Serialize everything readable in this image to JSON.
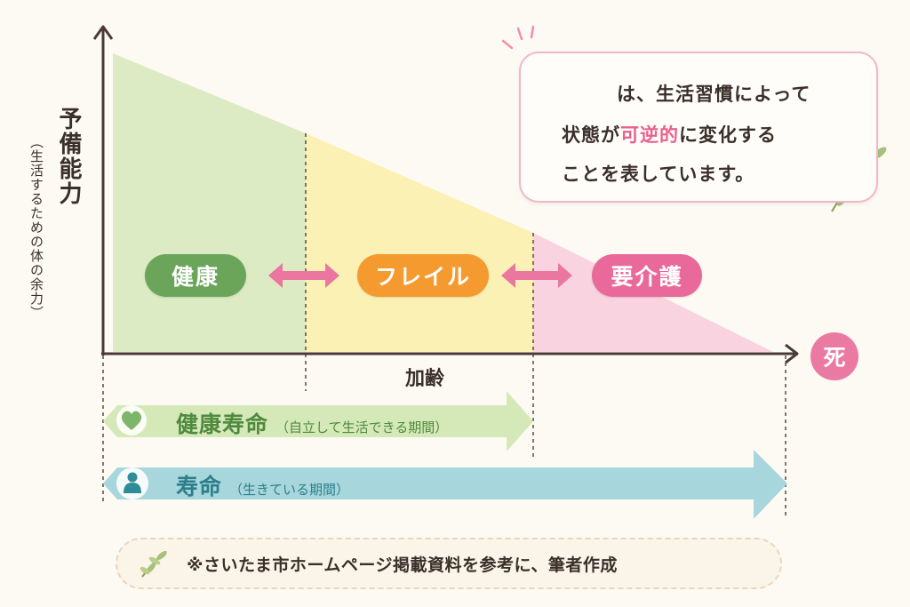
{
  "y_axis": {
    "label": "予備能力",
    "sublabel": "（生活するための体の余力）"
  },
  "x_axis": {
    "label": "加齢"
  },
  "stages": [
    {
      "label": "健康",
      "color": "#6aa55a",
      "area_color": "#dcebc3"
    },
    {
      "label": "フレイル",
      "color": "#f59a2e",
      "area_color": "#fbf1b4"
    },
    {
      "label": "要介護",
      "color": "#e96a9a",
      "area_color": "#f9d3df"
    }
  ],
  "endpoint": {
    "label": "死",
    "color": "#eb7aa2"
  },
  "legend": {
    "line1_rest": "は、生活習慣によって",
    "line2_before": "状態が",
    "line2_highlight": "可逆的",
    "line2_after": "に変化する",
    "line3": "ことを表しています。",
    "icon": "pink-double-arrow-icon",
    "highlight_color": "#e9608f"
  },
  "bands": [
    {
      "title": "健康寿命",
      "note": "（自立して生活できる期間）",
      "icon": "heart-icon",
      "color": "#d5e8b8",
      "text_color": "#4f8a3e"
    },
    {
      "title": "寿命",
      "note": "（生きている期間）",
      "icon": "person-icon",
      "color": "#a7d6dc",
      "text_color": "#2c7f8a"
    }
  ],
  "footnote": {
    "text": "※さいたま市ホームページ掲載資料を参考に、筆者作成",
    "icon": "leaf-icon"
  }
}
